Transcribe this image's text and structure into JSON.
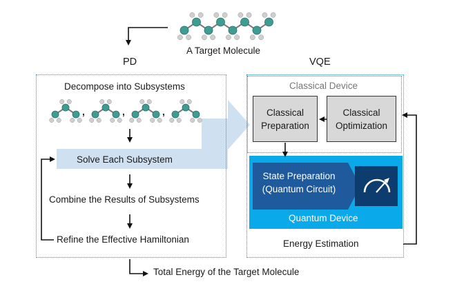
{
  "target_molecule_label": "A Target Molecule",
  "pd": {
    "title": "PD",
    "decompose": "Decompose into Subsystems",
    "separators": [
      ",",
      ",",
      ","
    ],
    "solve": "Solve Each Subsystem",
    "combine": "Combine the Results of Subsystems",
    "refine": "Refine the Effective Hamiltonian"
  },
  "vqe": {
    "title": "VQE",
    "classical_device": "Classical Device",
    "classical_preparation": "Classical\nPreparation",
    "classical_optimization": "Classical\nOptimization",
    "state_preparation": "State Preparation\n(Quantum Circuit)",
    "quantum_device": "Quantum Device",
    "energy_estimation": "Energy Estimation"
  },
  "output_label": "Total Energy of the Target Molecule",
  "colors": {
    "dotted_border": "#3a8fd0",
    "light_blue_band": "#cfe0f0",
    "quantum_device_bg": "#0aa9ea",
    "state_prep_bg": "#1e5a9c",
    "meter_bg": "#0c3d6e",
    "gray_box": "#d8d8d8",
    "carbon_atom": "#3e9c93",
    "hydrogen_atom": "#cfcfcf"
  },
  "icons": [
    "molecule-icon",
    "meter-icon"
  ]
}
